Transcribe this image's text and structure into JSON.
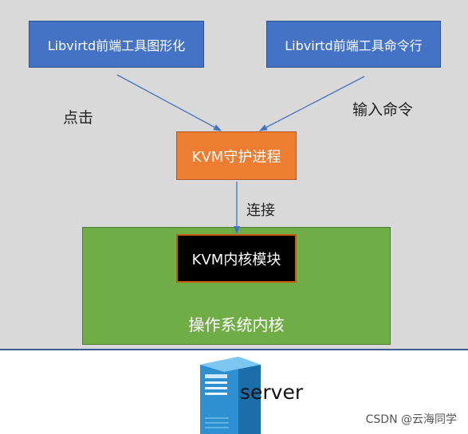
{
  "nodes": {
    "gui_tool": "Libvirtd前端工具图形化",
    "cli_tool": "Libvirtd前端工具命令行",
    "daemon": "KVM守护进程",
    "kernel_module": "KVM内核模块",
    "os_kernel": "操作系统内核"
  },
  "edge_labels": {
    "click": "点击",
    "input_command": "输入命令",
    "connect": "连接"
  },
  "server": {
    "label": "server"
  },
  "watermark": "CSDN @云海同学",
  "colors": {
    "background": "#d9d9d9",
    "tool_box": "#4472c4",
    "daemon_box": "#ed7d31",
    "os_box": "#70ad47",
    "module_box": "#000000",
    "arrow": "#4472c4"
  }
}
